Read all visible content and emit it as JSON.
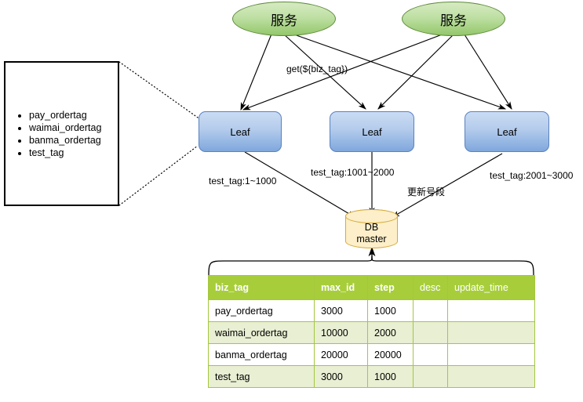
{
  "diagram": {
    "services": [
      {
        "label": "服务"
      },
      {
        "label": "服务"
      }
    ],
    "leaves": [
      {
        "label": "Leaf"
      },
      {
        "label": "Leaf"
      },
      {
        "label": "Leaf"
      }
    ],
    "database": {
      "line1": "DB",
      "line2": "master"
    },
    "biz_tag_list": {
      "items": [
        "pay_ordertag",
        "waimai_ordertag",
        "banma_ordertag",
        "test_tag"
      ]
    },
    "edge_labels": {
      "get_call": "get(${biz_tag})",
      "leaf1_segment": "test_tag:1~1000",
      "leaf2_segment": "test_tag:1001~2000",
      "leaf3_segment": "test_tag:2001~3000",
      "update_segment": "更新号段"
    },
    "colors": {
      "service_fill": "#94C76B",
      "service_border": "#5E8A3A",
      "leaf_fill": "#7FA7DC",
      "leaf_border": "#5982C0",
      "db_fill": "#FCEFC9",
      "db_border": "#D6A93B",
      "table_header": "#A7CE3A",
      "table_row_alt": "#E8EFD3",
      "table_border": "#A5C63F",
      "edge": "#000000"
    }
  },
  "table": {
    "columns": [
      {
        "label": "biz_tag",
        "bold": true
      },
      {
        "label": "max_id",
        "bold": true
      },
      {
        "label": "step",
        "bold": true
      },
      {
        "label": "desc",
        "bold": false
      },
      {
        "label": "update_time",
        "bold": false
      }
    ],
    "rows": [
      {
        "biz_tag": "pay_ordertag",
        "max_id": "3000",
        "step": "1000",
        "desc": "",
        "update_time": ""
      },
      {
        "biz_tag": "waimai_ordertag",
        "max_id": "10000",
        "step": "2000",
        "desc": "",
        "update_time": ""
      },
      {
        "biz_tag": "banma_ordertag",
        "max_id": "20000",
        "step": "20000",
        "desc": "",
        "update_time": ""
      },
      {
        "biz_tag": "test_tag",
        "max_id": "3000",
        "step": "1000",
        "desc": "",
        "update_time": ""
      }
    ]
  }
}
